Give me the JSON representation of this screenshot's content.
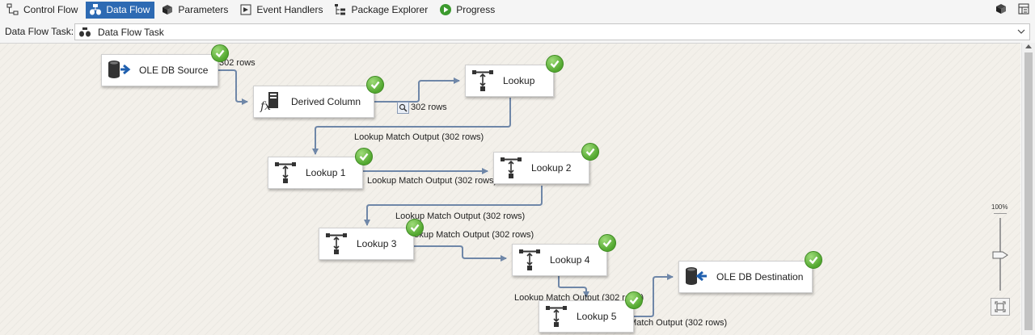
{
  "tabs": [
    {
      "label": "Control Flow",
      "icon": "control-flow-icon",
      "active": false
    },
    {
      "label": "Data Flow",
      "icon": "data-flow-icon",
      "active": true
    },
    {
      "label": "Parameters",
      "icon": "parameters-icon",
      "active": false
    },
    {
      "label": "Event Handlers",
      "icon": "event-handlers-icon",
      "active": false
    },
    {
      "label": "Package Explorer",
      "icon": "package-explorer-icon",
      "active": false
    },
    {
      "label": "Progress",
      "icon": "progress-icon",
      "active": false
    }
  ],
  "task_selector": {
    "label": "Data Flow Task:",
    "value": "Data Flow Task"
  },
  "components": {
    "ole_db_source": "OLE DB Source",
    "derived_column": "Derived Column",
    "lookup": "Lookup",
    "lookup1": "Lookup 1",
    "lookup2": "Lookup 2",
    "lookup3": "Lookup 3",
    "lookup4": "Lookup 4",
    "lookup5": "Lookup 5",
    "ole_db_destination": "OLE DB Destination"
  },
  "path_labels": {
    "source_rows": "302 rows",
    "derived_rows": "302 rows",
    "lookup_match_1": "Lookup Match Output (302 rows)",
    "lookup_match_2": "Lookup Match Output (302 rows)",
    "lookup_match_3": "Lookup Match Output (302 rows)",
    "lookup_match_4": "Lookup Match Output (302 rows)",
    "lookup_match_5": "Lookup Match Output (302 rows)",
    "lookup_match_6": "Lookup Match Output (302 rows)"
  },
  "zoom": {
    "level": "100%"
  },
  "colors": {
    "accent": "#2d6ab3",
    "success": "#52a72f",
    "path": "#6f87a8",
    "canvas": "#f3f0ea"
  }
}
